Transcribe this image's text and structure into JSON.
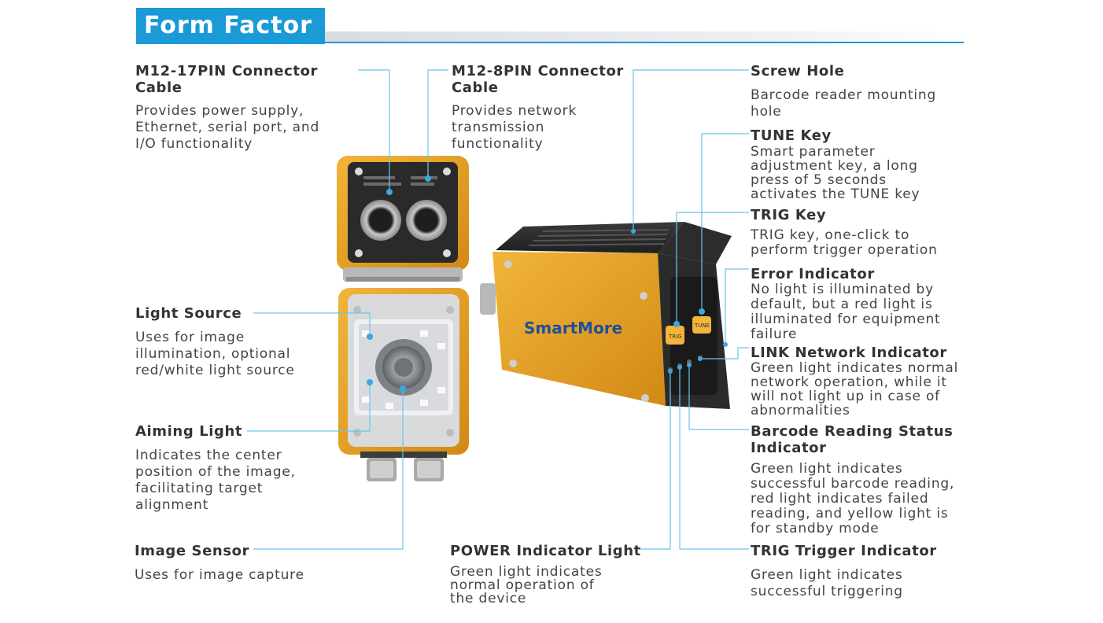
{
  "header": {
    "title": "Form Factor"
  },
  "device": {
    "brand": "SmartMore",
    "trig_key": "TRIG",
    "tune_key": "TUNE"
  },
  "features": {
    "m12_17pin": {
      "title": "M12-17PIN Connector Cable",
      "desc": "Provides power supply, Ethernet, serial port, and I/O functionality"
    },
    "m12_8pin": {
      "title": "M12-8PIN Connector Cable",
      "desc": "Provides network transmission functionality"
    },
    "screw_hole": {
      "title": "Screw Hole",
      "desc": "Barcode reader mounting hole"
    },
    "tune_key": {
      "title": "TUNE Key",
      "desc": "Smart parameter adjustment key, a long press of 5 seconds activates the TUNE key"
    },
    "trig_key": {
      "title": "TRIG Key",
      "desc": "TRIG key, one-click to perform trigger operation"
    },
    "error_indicator": {
      "title": "Error Indicator",
      "desc": "No light is illuminated by default, but a red light is illuminated for equipment failure"
    },
    "link_indicator": {
      "title": "LINK Network Indicator",
      "desc": "Green light indicates normal network operation, while it will not light up in case of abnormalities"
    },
    "barcode_status": {
      "title": "Barcode Reading Status Indicator",
      "desc": "Green light indicates successful barcode reading, red light indicates failed reading, and yellow light is for standby mode"
    },
    "trig_indicator": {
      "title": "TRIG Trigger Indicator",
      "desc": "Green light indicates successful triggering"
    },
    "power_indicator": {
      "title": "POWER Indicator Light",
      "desc": "Green light indicates normal operation of the device"
    },
    "light_source": {
      "title": "Light Source",
      "desc": "Uses for image illumination, optional red/white light source"
    },
    "aiming_light": {
      "title": "Aiming Light",
      "desc": "Indicates the center position of the image, facilitating target alignment"
    },
    "image_sensor": {
      "title": "Image Sensor",
      "desc": "Uses for image capture"
    }
  },
  "colors": {
    "accent": "#1a9ad6",
    "housing": "#e9a11e",
    "housing_dark": "#c9850f",
    "body_black": "#2b2b2b"
  }
}
